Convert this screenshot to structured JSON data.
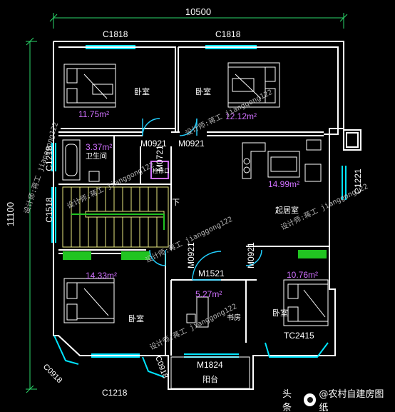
{
  "dimensions": {
    "overall_width": "10500",
    "overall_depth": "11100"
  },
  "windows": {
    "top_left": "C1818",
    "top_right": "C1818",
    "left_bath": "C1218",
    "left_stair": "C1518",
    "right_living": "C1221",
    "bottom_left": "C1218",
    "bay_left_outer": "C0918",
    "bay_left_inner": "C0918",
    "bay_right": "TC2415"
  },
  "doors": {
    "bedroom_top_left": "M0921",
    "bedroom_top_right": "M0921",
    "bath": "M0721",
    "study": "M1521",
    "bedroom_bottom_left": "M0921",
    "bedroom_bottom_right": "M0921",
    "balcony": "M1824"
  },
  "rooms": {
    "bedroom_top_left": {
      "name": "卧室",
      "area": "11.75m²"
    },
    "bedroom_top_right": {
      "name": "卧室",
      "area": "12.12m²"
    },
    "bathroom": {
      "name": "卫生间",
      "area": "3.37m²"
    },
    "living": {
      "name": "起居室",
      "area": "14.99m²"
    },
    "bedroom_bottom_left": {
      "name": "卧室",
      "area": "14.33m²"
    },
    "study": {
      "name": "书房",
      "area": "5.27m²"
    },
    "bedroom_bottom_right": {
      "name": "卧室",
      "area": "10.76m²"
    },
    "balcony": {
      "name": "阳台"
    }
  },
  "labels": {
    "stair_down": "下",
    "shaft": "检修口"
  },
  "watermarks": [
    "设计师:蒋工 jianggong122",
    "设计师:蒋工 jianggong122",
    "设计师:蒋工 jianggong122",
    "设计师:蒋工 jianggong122",
    "设计师:蒋工 jianggong122",
    "设计师:蒋工 jianggong122"
  ],
  "credit": {
    "platform": "头条",
    "author": "@农村自建房图纸"
  },
  "colors": {
    "wall": "#ffffff",
    "window": "#00e5ff",
    "area_text": "#d070ff",
    "stair": "#e8e880",
    "green": "#21c421",
    "door": "#22d0ff"
  }
}
